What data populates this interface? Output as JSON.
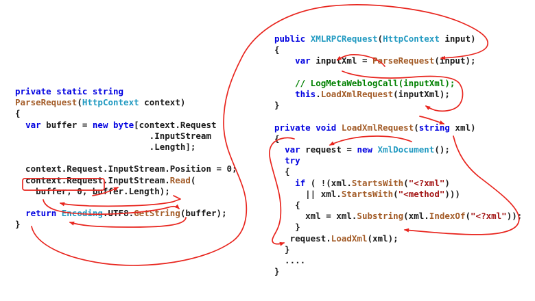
{
  "colors": {
    "arrow_red": "#e8251e",
    "keyword": "#0000e0",
    "type": "#229ac1",
    "method": "#a35c28",
    "string": "#a31515",
    "comment": "#008000",
    "plain": "#1b1b1b",
    "background": "#ffffff"
  },
  "blocks": {
    "parse_request": {
      "lines": [
        [
          [
            "private static string",
            "k"
          ]
        ],
        [
          [
            "ParseRequest",
            "m"
          ],
          [
            "(",
            "p"
          ],
          [
            "HttpContext",
            "t"
          ],
          [
            " context)",
            "p"
          ]
        ],
        [
          [
            "{",
            "p"
          ]
        ],
        [
          [
            "  ",
            "p"
          ],
          [
            "var",
            "k"
          ],
          [
            " buffer = ",
            "p"
          ],
          [
            "new",
            "k"
          ],
          [
            " ",
            "p"
          ],
          [
            "byte",
            "k"
          ],
          [
            "[context.Request",
            "p"
          ]
        ],
        [
          [
            "                          .InputStream",
            "p"
          ]
        ],
        [
          [
            "                          .Length];",
            "p"
          ]
        ],
        [],
        [
          [
            "  context.Request.InputStream.Position = 0;",
            "p"
          ]
        ],
        [
          [
            "  context.Request.InputStream.",
            "p"
          ],
          [
            "Read",
            "m"
          ],
          [
            "(",
            "p"
          ]
        ],
        [
          [
            "    buffer, 0, buffer.Length);",
            "p"
          ]
        ],
        [],
        [
          [
            "  ",
            "p"
          ],
          [
            "return",
            "k"
          ],
          [
            " ",
            "p"
          ],
          [
            "Encoding",
            "t"
          ],
          [
            ".UTF8.",
            "p"
          ],
          [
            "GetString",
            "m"
          ],
          [
            "(buffer);",
            "p"
          ]
        ],
        [
          [
            "}",
            "p"
          ]
        ]
      ]
    },
    "xmlrpc_request": {
      "lines": [
        [
          [
            "public",
            "k"
          ],
          [
            " ",
            "p"
          ],
          [
            "XMLRPCRequest",
            "t"
          ],
          [
            "(",
            "p"
          ],
          [
            "HttpContext",
            "t"
          ],
          [
            " input)",
            "p"
          ]
        ],
        [
          [
            "{",
            "p"
          ]
        ],
        [
          [
            "    ",
            "p"
          ],
          [
            "var",
            "k"
          ],
          [
            " inputXml = ",
            "p"
          ],
          [
            "ParseRequest",
            "m"
          ],
          [
            "(input);",
            "p"
          ]
        ],
        [],
        [
          [
            "    // LogMetaWeblogCall(inputXml);",
            "c"
          ]
        ],
        [
          [
            "    ",
            "p"
          ],
          [
            "this",
            "k"
          ],
          [
            ".",
            "p"
          ],
          [
            "LoadXmlRequest",
            "m"
          ],
          [
            "(inputXml);",
            "p"
          ]
        ],
        [
          [
            "}",
            "p"
          ]
        ],
        [],
        [
          [
            "private void",
            "k"
          ],
          [
            " ",
            "p"
          ],
          [
            "LoadXmlRequest",
            "m"
          ],
          [
            "(",
            "p"
          ],
          [
            "string",
            "k"
          ],
          [
            " xml)",
            "p"
          ]
        ],
        [
          [
            "{",
            "p"
          ]
        ],
        [
          [
            "  ",
            "p"
          ],
          [
            "var",
            "k"
          ],
          [
            " request = ",
            "p"
          ],
          [
            "new",
            "k"
          ],
          [
            " ",
            "p"
          ],
          [
            "XmlDocument",
            "t"
          ],
          [
            "();",
            "p"
          ]
        ],
        [
          [
            "  ",
            "p"
          ],
          [
            "try",
            "k"
          ]
        ],
        [
          [
            "  {",
            "p"
          ]
        ],
        [
          [
            "    ",
            "p"
          ],
          [
            "if",
            "k"
          ],
          [
            " ( !(xml.",
            "p"
          ],
          [
            "StartsWith",
            "m"
          ],
          [
            "(",
            "p"
          ],
          [
            "\"<?xml\"",
            "s"
          ],
          [
            ")",
            "p"
          ]
        ],
        [
          [
            "      || xml.",
            "p"
          ],
          [
            "StartsWith",
            "m"
          ],
          [
            "(",
            "p"
          ],
          [
            "\"<method\"",
            "s"
          ],
          [
            ")))",
            "p"
          ]
        ],
        [
          [
            "    {",
            "p"
          ]
        ],
        [
          [
            "      xml = xml.",
            "p"
          ],
          [
            "Substring",
            "m"
          ],
          [
            "(xml.",
            "p"
          ],
          [
            "IndexOf",
            "m"
          ],
          [
            "(",
            "p"
          ],
          [
            "\"<?xml\"",
            "s"
          ],
          [
            "));",
            "p"
          ]
        ],
        [
          [
            "    }",
            "p"
          ]
        ],
        [
          [
            "   request.",
            "p"
          ],
          [
            "LoadXml",
            "m"
          ],
          [
            "(xml);",
            "p"
          ]
        ],
        [
          [
            "  }",
            "p"
          ]
        ],
        [
          [
            "  ....",
            "p"
          ]
        ],
        [
          [
            "}",
            "p"
          ]
        ]
      ]
    }
  },
  "annotations": {
    "highlight_box_text": "context.Request",
    "arrows": [
      "arrow-box-to-inputstream",
      "arrow-buffer-to-getstring",
      "arrow-length-to-buffer",
      "arrow-getstring-to-return",
      "arrow-return-to-parserequest-call",
      "arrow-parserequest-to-inputxml",
      "arrow-inputxml-to-loadxmlrequest-call",
      "arrow-call-to-xml-param",
      "arrow-xml-param-to-loadxml-arg",
      "arrow-xmldocument-to-request",
      "arrow-request-decl-to-usage"
    ]
  }
}
